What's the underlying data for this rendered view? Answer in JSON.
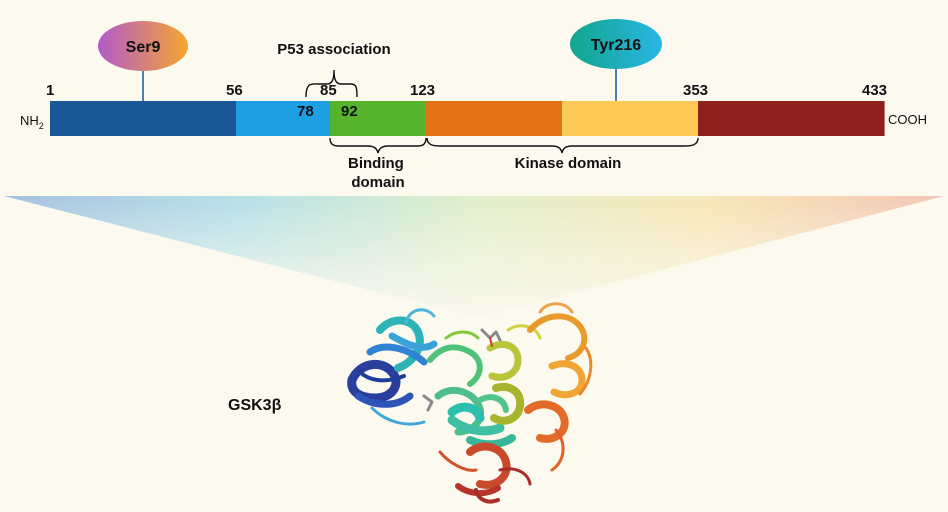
{
  "diagram": {
    "protein_name": "GSK3β",
    "termini": {
      "n": "NH",
      "n_sub": "2",
      "c": "COOH"
    },
    "positions": [
      "1",
      "56",
      "78",
      "85",
      "92",
      "123",
      "353",
      "433"
    ],
    "segments": [
      {
        "start": 1,
        "end": 56,
        "color": "#1a5796"
      },
      {
        "start": 56,
        "end": 85,
        "color": "#1e9ee3"
      },
      {
        "start": 85,
        "end": 123,
        "color": "#55b42c"
      },
      {
        "start": 123,
        "end": 179,
        "color": "#e37116"
      },
      {
        "start": 179,
        "end": 353,
        "color": "#fcca55"
      },
      {
        "start": 353,
        "end": 433,
        "color": "#8e201d"
      }
    ],
    "phospho_sites": [
      {
        "label": "Ser9",
        "residue": 9
      },
      {
        "label": "Tyr216",
        "residue": 216
      }
    ],
    "regions": [
      {
        "label": "P53 association",
        "start": 78,
        "end": 92
      },
      {
        "label_lines": [
          "Binding",
          "domain"
        ],
        "start": 85,
        "end": 123
      },
      {
        "label": "Kinase domain",
        "start": 123,
        "end": 353
      }
    ]
  }
}
